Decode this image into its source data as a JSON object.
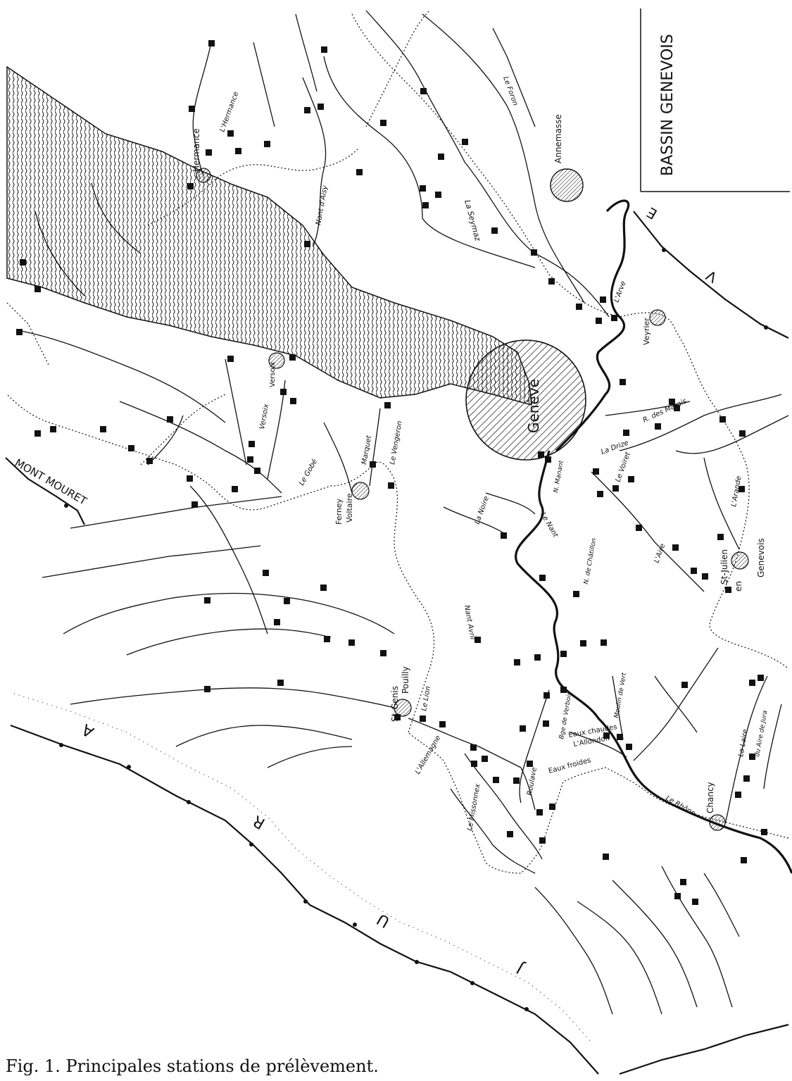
{
  "legend": {
    "title": "BASSIN GENEVOIS"
  },
  "caption": "Fig. 1. Principales stations de prélèvement.",
  "colors": {
    "ink": "#111111",
    "paper": "#ffffff"
  },
  "ranges": {
    "mont_mouret": "MONT MOURET",
    "jura": [
      "J",
      "U",
      "R",
      "A"
    ],
    "voirons": [
      "V",
      "E"
    ]
  },
  "places": {
    "hermance": "Hermance",
    "annemasse": "Annemasse",
    "veyrier": "Veyrier",
    "geneve": "Genève",
    "ferney": "Ferney",
    "voltaire": "Voltaire",
    "versoix_town": "Versoix",
    "st_julien": "St-Julien",
    "en": "en",
    "genevois": "Genevois",
    "st_genis": "St-Genis",
    "pouilly": "Pouilly",
    "chancy": "Chancy"
  },
  "rivers": {
    "foron": "Le Foron",
    "hermance": "L'Hermance",
    "nant_daisy": "Nant d'Aisy",
    "seymaz": "La Seymaz",
    "arve": "L'Arve",
    "versoix": "Versoix",
    "gobe": "Le Gobé",
    "marquet": "Marquet",
    "nant_du_vengeron": "Le Vengeron",
    "drize": "La Drize",
    "r_des_marais": "R. des Marais",
    "voiret": "Le Voiret",
    "aire": "L'Aire",
    "arande": "L'Arande",
    "nant_monet": "N. Manant",
    "la_noire": "La Noire",
    "le_nant": "Le Nant",
    "nant_chatillon": "N. de Châtillon",
    "nant_avril": "Nant Avril",
    "le_lion": "Le Lion",
    "bge_verbois": "Bge de Verbois",
    "moulin_de_vert": "Moulin de Vert",
    "eaux_chaudes": "Eaux chaudes",
    "allondon": "L'Allondon",
    "eaux_froides": "Eaux froides",
    "allemagne": "L'Allemagne",
    "roulave": "Roulave",
    "le_missonnex": "Le Missonnex",
    "la_laire": "La Laire",
    "le_rhone": "Le Rhône",
    "annexe_laire": "du Aire de Jura"
  }
}
